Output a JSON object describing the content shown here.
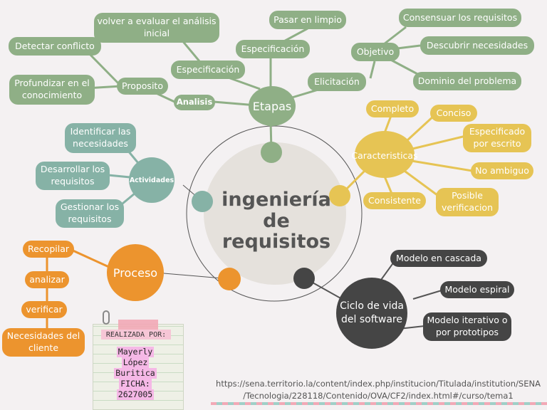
{
  "center": {
    "title_line1": "ingeniería",
    "title_line2": "de",
    "title_line3": "requisitos"
  },
  "etapas": {
    "hub": "Etapas",
    "objetivo": "Objetivo",
    "consensuar": "Consensuar los requisitos",
    "descubrir": "Descubrir necesidades",
    "dominio": "Dominio del problema",
    "elicitacion": "Elicitación",
    "pasar": "Pasar en limpio",
    "especificacion1": "Especificación",
    "volver_l1": "volver a evaluar el análisis",
    "volver_l2": "inicial",
    "especificacion2": "Especificación",
    "analisis": "Analisis",
    "proposito": "Proposito",
    "detectar": "Detectar conflicto",
    "profundizar_l1": "Profundizar en el",
    "profundizar_l2": "conocimiento"
  },
  "caracteristicas": {
    "hub": "Caracteristicas",
    "completo": "Completo",
    "conciso": "Conciso",
    "especificado_l1": "Especificado",
    "especificado_l2": "por escrito",
    "no_ambiguo": "No ambiguo",
    "posible_l1": "Posible",
    "posible_l2": "verificacion",
    "consistente": "Consistente"
  },
  "actividades": {
    "hub": "Actividades",
    "identificar_l1": "Identificar las",
    "identificar_l2": "necesidades",
    "desarrollar_l1": "Desarrollar los",
    "desarrollar_l2": "requisitos",
    "gestionar_l1": "Gestionar los",
    "gestionar_l2": "requisitos"
  },
  "proceso": {
    "hub": "Proceso",
    "recopilar": "Recopilar",
    "analizar": "analizar",
    "verificar": "verificar",
    "necesidades_l1": "Necesidades del",
    "necesidades_l2": "cliente"
  },
  "ciclo": {
    "hub_l1": "Ciclo de vida",
    "hub_l2": "del software",
    "cascada": "Modelo en cascada",
    "espiral": "Modelo espiral",
    "iterativo_l1": "Modelo iterativo o",
    "iterativo_l2": "por prototipos"
  },
  "note": {
    "heading": "REALIZADA POR:",
    "name1": "Mayerly",
    "name2": "López",
    "name3": "Buritica",
    "ficha_label": "FICHA:",
    "ficha_value": "2627005"
  },
  "source": {
    "url_l1": "https://sena.territorio.la/content/index.php/institucion/Titulada/institution/SENA",
    "url_l2": "/Tecnologia/228118/Contenido/OVA/CF2/index.html#/curso/tema1"
  },
  "colors": {
    "green": "#8faf86",
    "yellow": "#e6c454",
    "teal": "#86b2a6",
    "orange": "#ec942e",
    "dark": "#454545",
    "center": "#e5e1dc"
  }
}
